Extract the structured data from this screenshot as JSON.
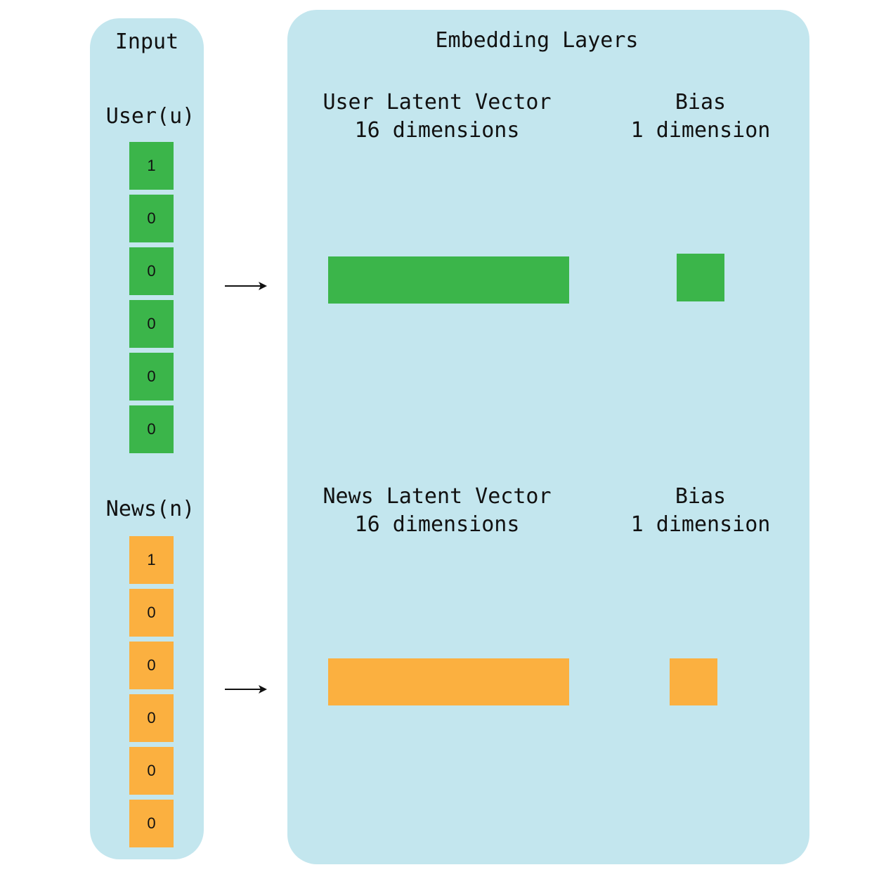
{
  "input": {
    "title": "Input",
    "user_label": "User(u)",
    "user_cells": [
      "1",
      "0",
      "0",
      "0",
      "0",
      "0"
    ],
    "news_label": "News(n)",
    "news_cells": [
      "1",
      "0",
      "0",
      "0",
      "0",
      "0"
    ]
  },
  "embedding": {
    "title": "Embedding Layers",
    "user_vector_title": "User Latent Vector",
    "user_vector_dims": "16 dimensions",
    "user_bias_title": "Bias",
    "user_bias_dims": "1 dimension",
    "news_vector_title": "News Latent Vector",
    "news_vector_dims": "16 dimensions",
    "news_bias_title": "Bias",
    "news_bias_dims": "1 dimension"
  },
  "colors": {
    "panel": "#c3e6ee",
    "user": "#3bb54a",
    "news": "#fbb040",
    "arrow": "#111111"
  }
}
